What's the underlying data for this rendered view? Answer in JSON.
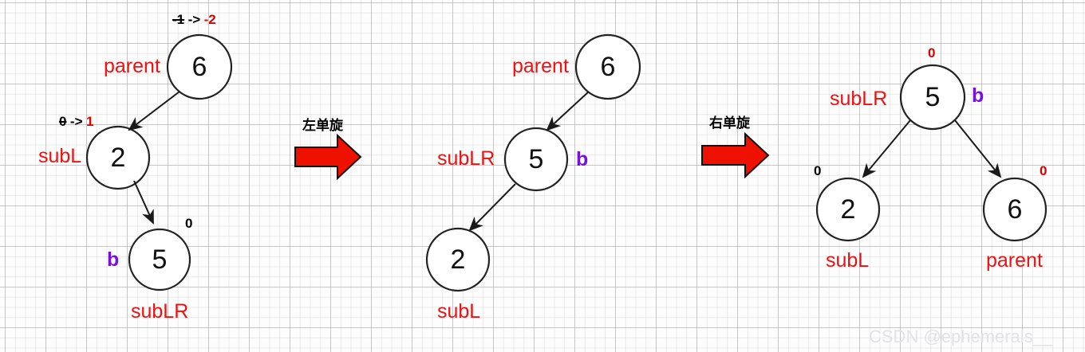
{
  "diagram": {
    "title_watermark": "CSDN @ephemerals__",
    "colors": {
      "role_label": "#ee1111",
      "balance_red": "#dd0000",
      "balance_black": "#000000",
      "b_marker": "#7711dd",
      "arrow_red": "#ee0000",
      "node_stroke": "#222222"
    },
    "panels": [
      {
        "id": "before",
        "nodes": [
          {
            "id": "p1-n6",
            "value": "6",
            "role": "parent",
            "balance_old": "-1",
            "balance_arrow": "->",
            "balance_new": "-2"
          },
          {
            "id": "p1-n2",
            "value": "2",
            "role": "subL",
            "balance_old": "0",
            "balance_arrow": "->",
            "balance_new": "1"
          },
          {
            "id": "p1-n5",
            "value": "5",
            "role": "subLR",
            "balance": "0",
            "marker": "b"
          }
        ]
      },
      {
        "id": "after-left-rotate",
        "nodes": [
          {
            "id": "p2-n6",
            "value": "6",
            "role": "parent"
          },
          {
            "id": "p2-n5",
            "value": "5",
            "role": "subLR",
            "marker": "b"
          },
          {
            "id": "p2-n2",
            "value": "2",
            "role": "subL"
          }
        ]
      },
      {
        "id": "after-right-rotate",
        "nodes": [
          {
            "id": "p3-n5",
            "value": "5",
            "role": "subLR",
            "balance": "0",
            "marker": "b"
          },
          {
            "id": "p3-n2",
            "value": "2",
            "role": "subL",
            "balance": "0"
          },
          {
            "id": "p3-n6",
            "value": "6",
            "role": "parent",
            "balance": "0"
          }
        ]
      }
    ],
    "transitions": [
      {
        "id": "left-rotate",
        "label": "左单旋"
      },
      {
        "id": "right-rotate",
        "label": "右单旋"
      }
    ]
  }
}
